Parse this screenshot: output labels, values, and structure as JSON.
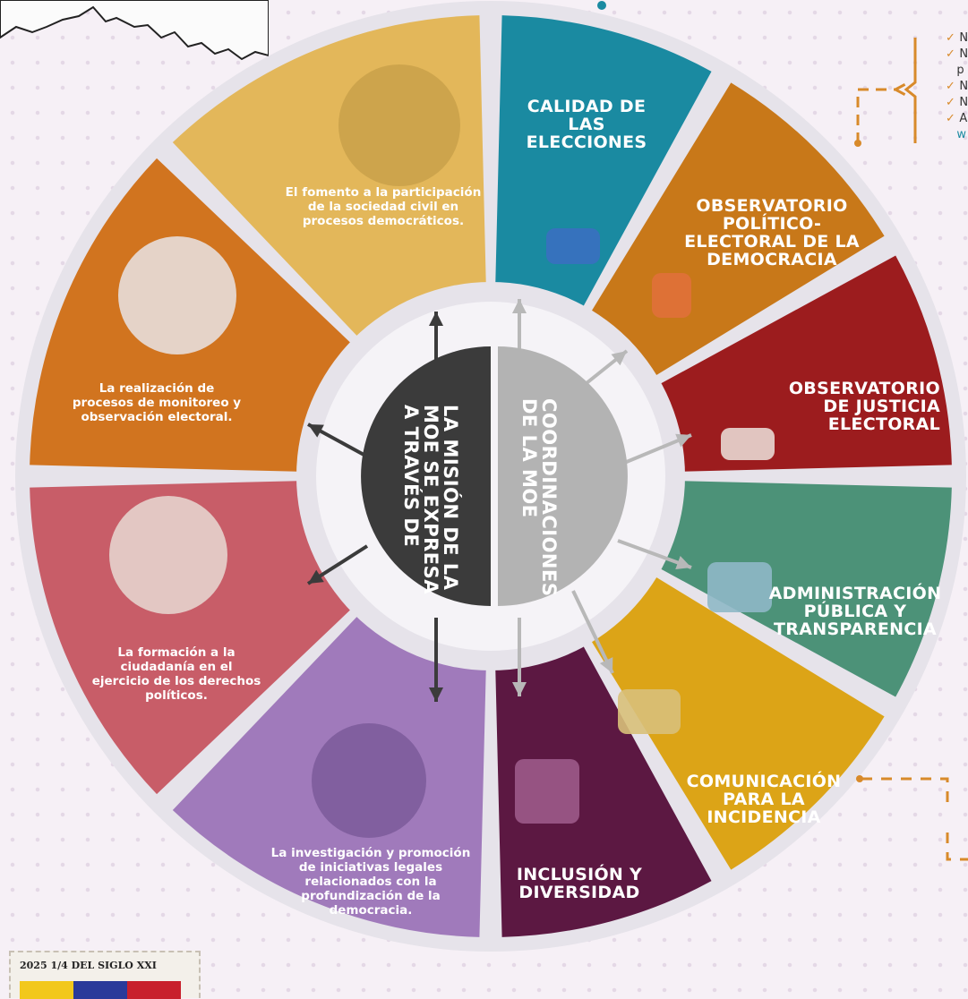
{
  "center": {
    "left_text": "LA MISIÓN DE LA MOE SE EXPRESA A TRAVÉS DE",
    "right_text": "COORDINACIONES DE LA MOE"
  },
  "left_segments": [
    {
      "text": "El fomento a la participación de la sociedad civil en procesos democráticos.",
      "color": "#e3b75a"
    },
    {
      "text": "La realización de procesos de monitoreo y observación electoral.",
      "color": "#d1741f"
    },
    {
      "text": "La formación a la ciudadanía en el ejercicio de los derechos políticos.",
      "color": "#c85d68"
    },
    {
      "text": "La investigación y promoción de iniciativas legales relacionados con la profundización de la democracia.",
      "color": "#a07abb"
    }
  ],
  "right_segments": [
    {
      "text": "CALIDAD DE LAS ELECCIONES",
      "color": "#1a8aa1"
    },
    {
      "text": "OBSERVATORIO POLÍTICO-ELECTORAL DE LA DEMOCRACIA",
      "color": "#c87819"
    },
    {
      "text": "OBSERVATORIO DE JUSTICIA ELECTORAL",
      "color": "#9c1c1e"
    },
    {
      "text": "ADMINISTRACIÓN PÚBLICA Y TRANSPARENCIA",
      "color": "#4c9278"
    },
    {
      "text": "COMUNICACIÓN PARA LA INCIDENCIA",
      "color": "#dca417"
    },
    {
      "text": "INCLUSIÓN Y DIVERSIDAD",
      "color": "#5c1842"
    }
  ],
  "stamp": {
    "text": "2025 1/4 DEL SIGLO XXI"
  },
  "checklist": [
    "N",
    "N",
    "p",
    "N",
    "N",
    "A",
    "w"
  ]
}
